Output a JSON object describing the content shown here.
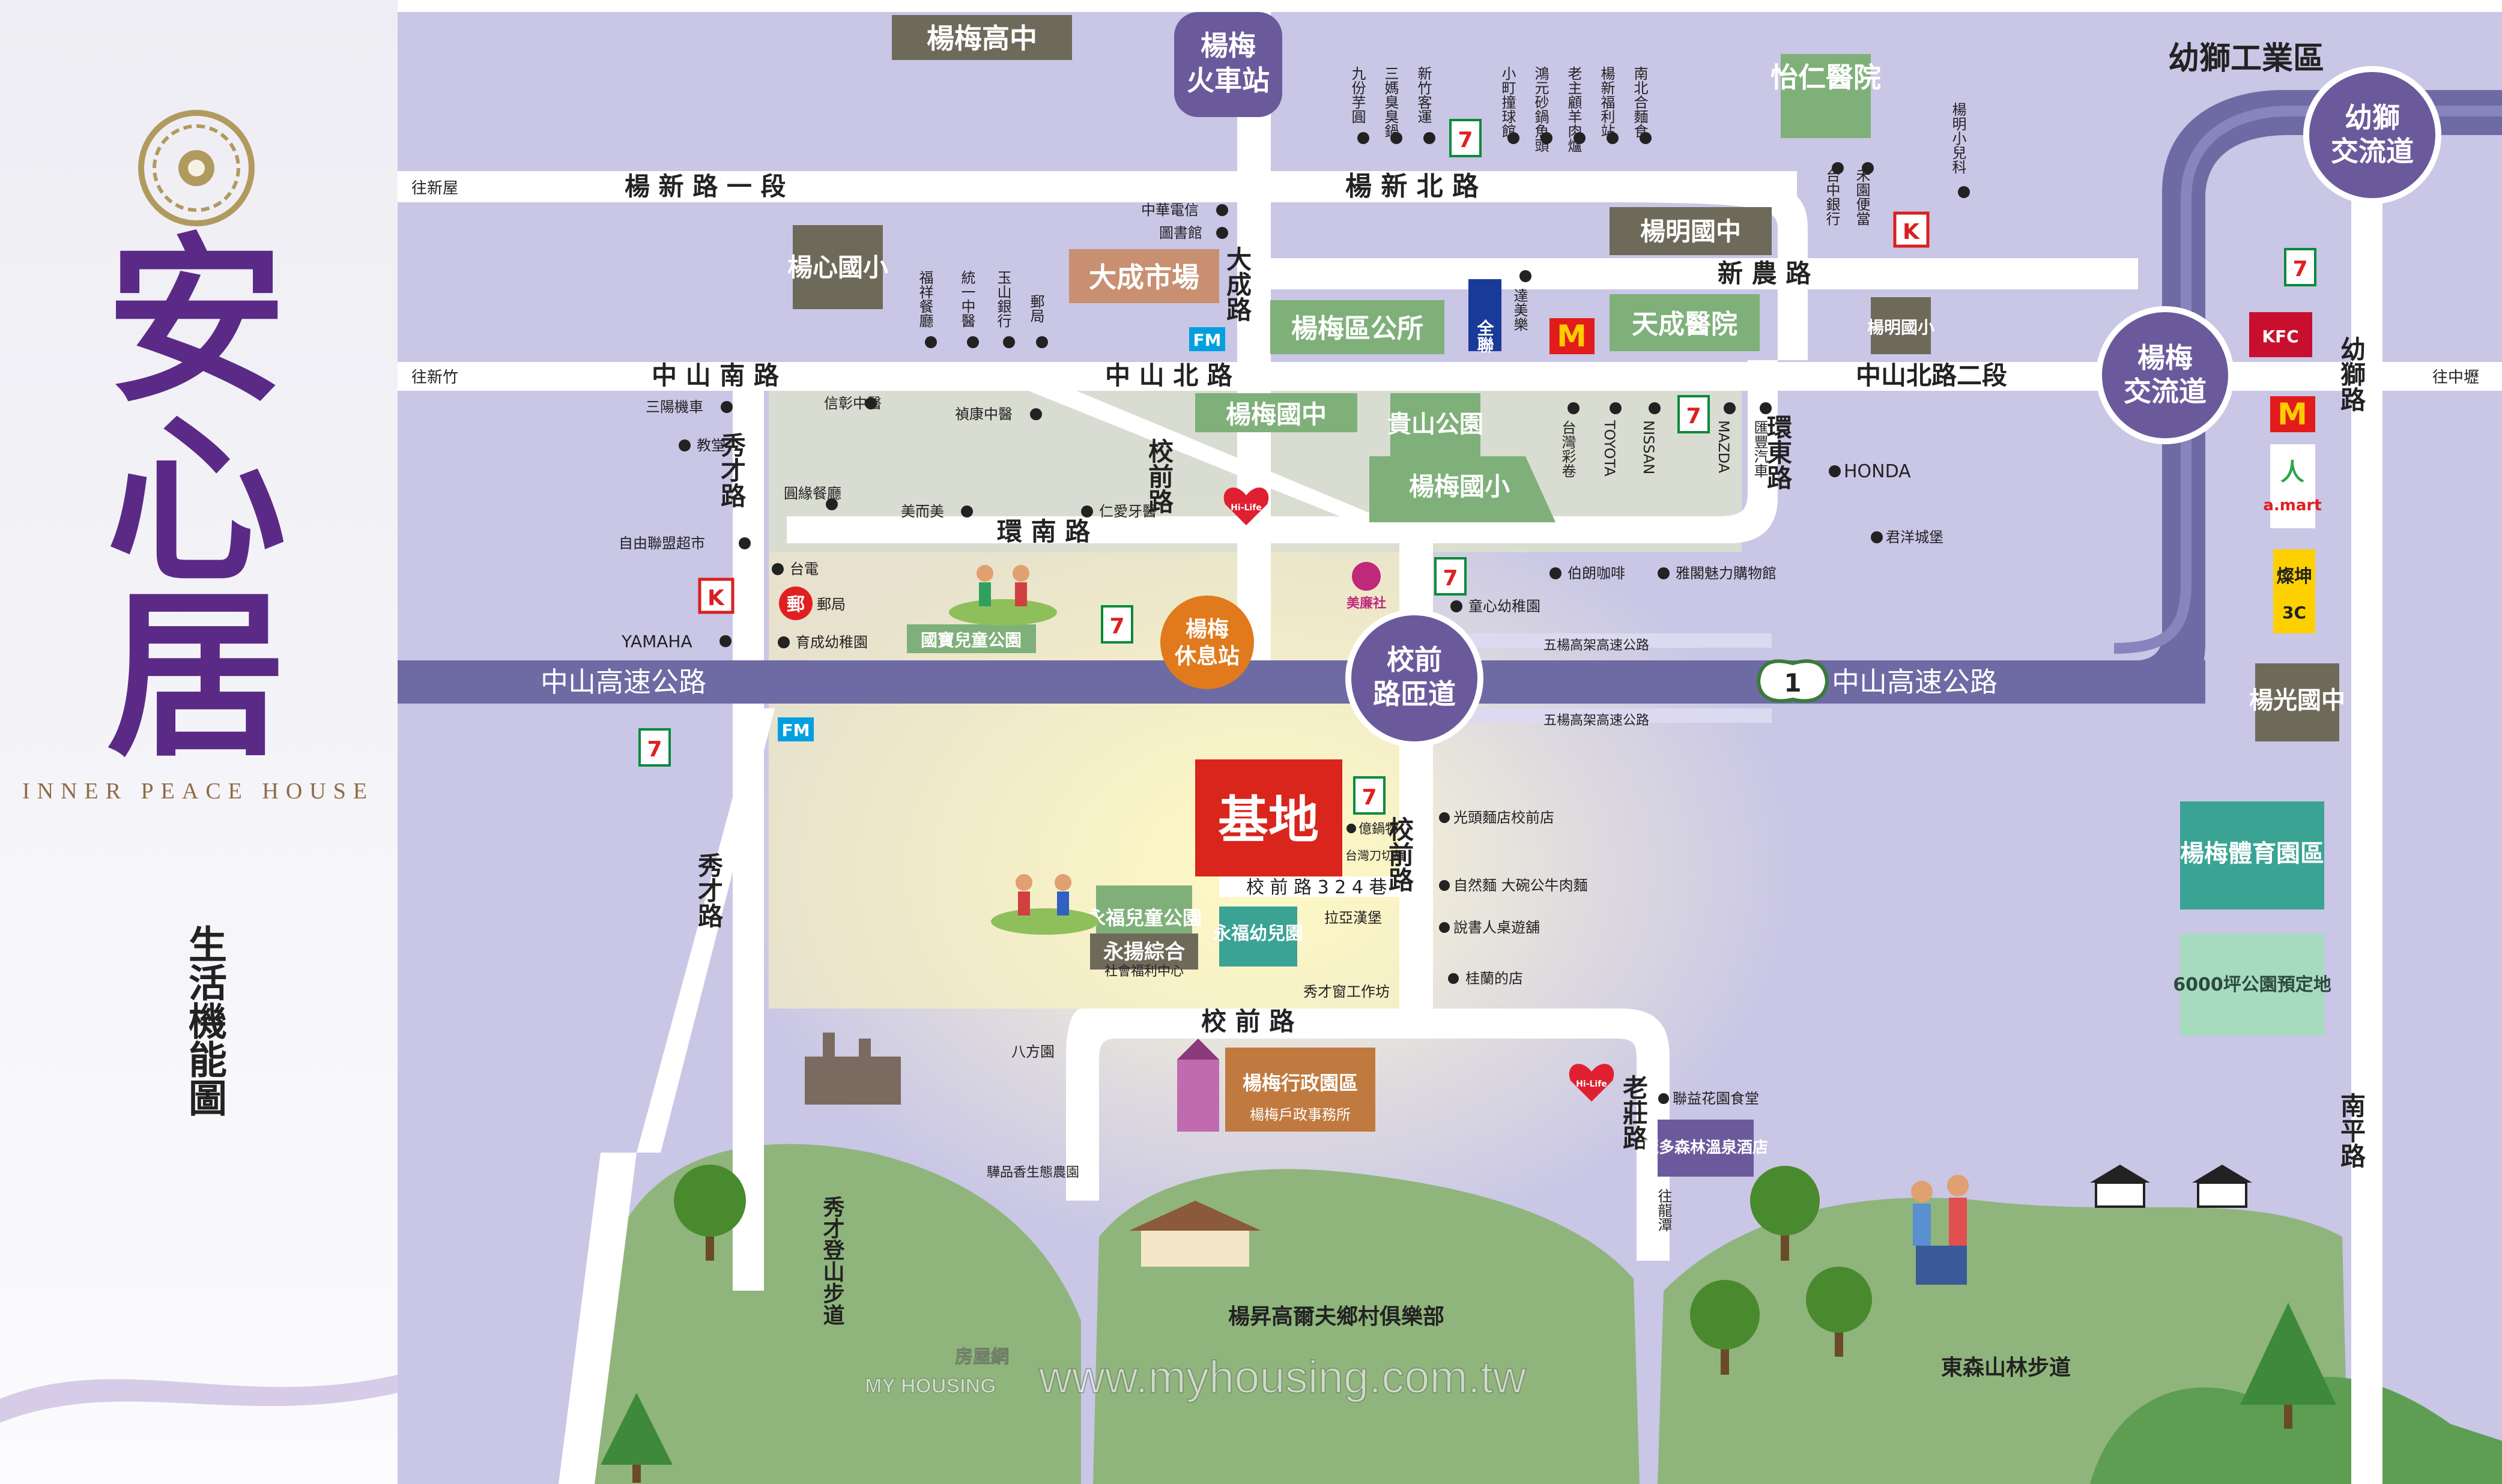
{
  "brand": {
    "name": "安心居",
    "name_en": "INNER PEACE HOUSE",
    "map_title": "生活機能圖"
  },
  "colors": {
    "map_bg": "#c9c6e6",
    "road": "#ffffff",
    "highway": "#6e6aa4",
    "brand_purple": "#5b2a86",
    "site_red": "#d9251c",
    "green_label": "#7fb07a",
    "gray_label": "#6e6a5a",
    "teal_label": "#3aa394",
    "orange": "#e07a1c",
    "hill": "#8fb57c"
  },
  "roads": {
    "yangxin_1": "楊 新 路 一 段",
    "yangxin_n": "楊 新 北 路",
    "to_xinwu": "往新屋",
    "to_xinzhu": "往新竹",
    "to_zhongli": "往中壢",
    "to_longtan": "往龍潭",
    "zhongshan_s": "中 山 南 路",
    "zhongshan_n": "中 山 北 路",
    "zhongshan_n2": "中山北路二段",
    "xinnong": "新 農 路",
    "dacheng": "大成路",
    "xiaoqian": "校前路",
    "xiaoqian_bottom": "校 前 路",
    "huannan": "環 南 路",
    "huandong": "環東路",
    "xiucai": "秀才路",
    "xiucai_lower": "秀才路",
    "laozhuang": "老莊路",
    "youshi": "幼獅路",
    "nanping": "南平路",
    "lane324": "校 前 路 3 2 4 巷",
    "highway_left": "中山高速公路",
    "highway_right": "中山高速公路",
    "hw_number": "1",
    "viaduct": "五楊高架高速公路"
  },
  "circles": {
    "station": [
      "楊梅",
      "火車站"
    ],
    "rest": [
      "楊梅",
      "休息站"
    ],
    "xiaoqian_ic": [
      "校前",
      "路匝道"
    ],
    "yangmei_ic": [
      "楊梅",
      "交流道"
    ],
    "youshi_ic": [
      "幼獅",
      "交流道"
    ]
  },
  "labels": {
    "high_school": "楊梅高中",
    "yiren": "怡仁醫院",
    "youshi_zone": "幼獅工業區",
    "yangxin_elem": "楊心國小",
    "dacheng_market": "大成市場",
    "district_office": "楊梅區公所",
    "tiancheng": "天成醫院",
    "yangming_junior": "楊明國中",
    "yangming_elem": "楊明國小",
    "yangmei_junior": "楊梅國中",
    "guishan_park": "貴山公園",
    "yangmei_elem": "楊梅國小",
    "yangguang": "楊光國中",
    "stadium": "楊梅體育園區",
    "park_plan": "6000坪公園預定地",
    "site": "基地",
    "yongfu_park": "永福兒童公園",
    "yongyang": "永揚綜合",
    "yongyang_sub": "社會福利中心",
    "yongfu_kg": "永福幼兒園",
    "admin_zone": "楊梅行政園區",
    "admin_sub": "楊梅戶政事務所",
    "hot_spring": "麗多森林溫泉酒店",
    "golf": "楊昇高爾夫鄉村俱樂部",
    "dongsen_trail": "東森山林步道",
    "xiucai_trail": "秀才登山步道",
    "children_park": "國寶兒童公園",
    "eco_farm": "驊品香生態農園",
    "bafang": "八方園",
    "watermark": "www.myhousing.com.tw",
    "watermark_brand": "MY HOUSING",
    "watermark_brand_cn": "房屋網"
  },
  "vertical_shops": [
    "九份芋圓",
    "三媽臭臭鍋",
    "新竹客運",
    "小町撞球館",
    "鴻元砂鍋魚頭",
    "老主顧羊肉爐",
    "楊新福利站",
    "南北合麵食",
    "台中銀行",
    "禾園便當",
    "楊明小兒科",
    "福祥餐廳",
    "統一中醫",
    "玉山銀行",
    "郵局",
    "台灣彩卷",
    "TOYOTA",
    "NISSAN",
    "MAZDA",
    "匯豐汽車",
    "達美樂"
  ],
  "poi_left": [
    "中華電信",
    "圖書館",
    "三陽機車",
    "教堂",
    "信彰中醫",
    "禎康中醫",
    "圓緣餐廳",
    "美而美",
    "仁愛牙醫",
    "自由聯盟超市",
    "台電",
    "郵局",
    "育成幼稚園",
    "YAMAHA"
  ],
  "poi_right": [
    "HONDA",
    "君洋城堡",
    "伯朗咖啡",
    "雅閣魅力購物館",
    "童心幼稚園"
  ],
  "poi_center": [
    "光頭麵店校前店",
    "自然麵 大碗公牛肉麵",
    "說書人桌遊舖",
    "桂蘭的店",
    "秀才窗工作坊",
    "拉亞漢堡",
    "億鍋物",
    "台灣刀切麵",
    "聯益花園食堂"
  ],
  "brand_tags": {
    "seven": "7-ELEVEN",
    "family": "FM",
    "okmart": "K",
    "quanlian": "全聯",
    "mcd": "M",
    "kfc": "KFC",
    "hilife": "Hi-Life",
    "simple_mart": "美廉社",
    "amart": "愛買",
    "amart_en": "a.mart",
    "canmu": "燦坤",
    "canmu_tag": "3C",
    "post_label": "郵"
  }
}
